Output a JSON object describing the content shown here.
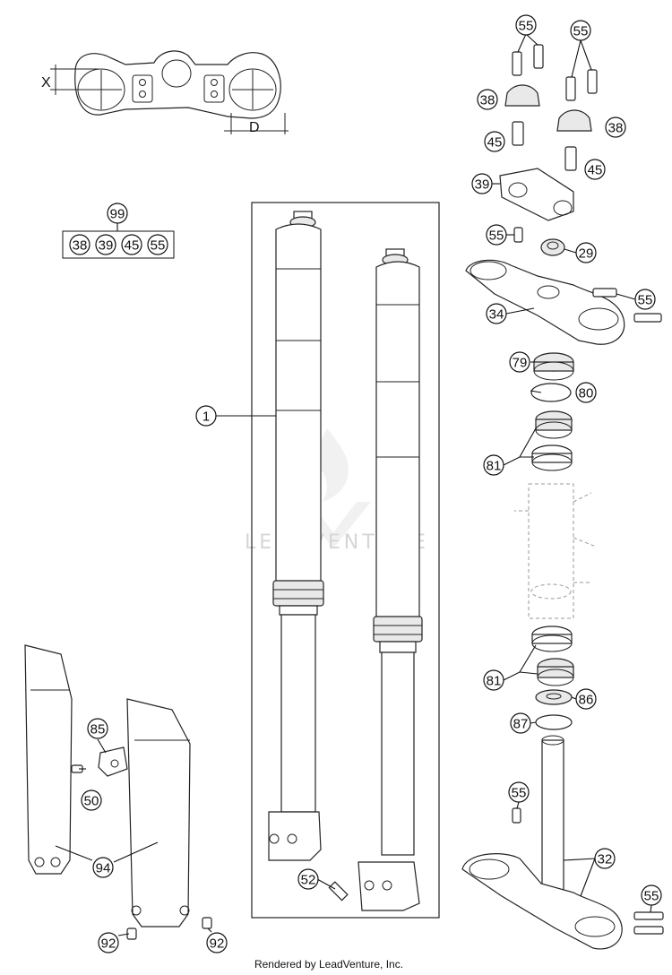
{
  "diagram": {
    "dimension_labels": {
      "x": "X",
      "d": "D"
    },
    "kit_callout": {
      "number": "99",
      "contents": [
        "38",
        "39",
        "45",
        "55"
      ]
    },
    "callouts": {
      "c55_a": "55",
      "c55_b": "55",
      "c38_a": "38",
      "c38_b": "38",
      "c45_a": "45",
      "c45_b": "45",
      "c39": "39",
      "c55_c": "55",
      "c29": "29",
      "c34": "34",
      "c55_d": "55",
      "c79": "79",
      "c80": "80",
      "c81_a": "81",
      "c1": "1",
      "c81_b": "81",
      "c86": "86",
      "c87": "87",
      "c85": "85",
      "c50": "50",
      "c55_e": "55",
      "c94": "94",
      "c32": "32",
      "c52": "52",
      "c55_f": "55",
      "c92_a": "92",
      "c92_b": "92"
    },
    "watermark": "LEADVENTURE",
    "footer": "Rendered by LeadVenture, Inc."
  }
}
